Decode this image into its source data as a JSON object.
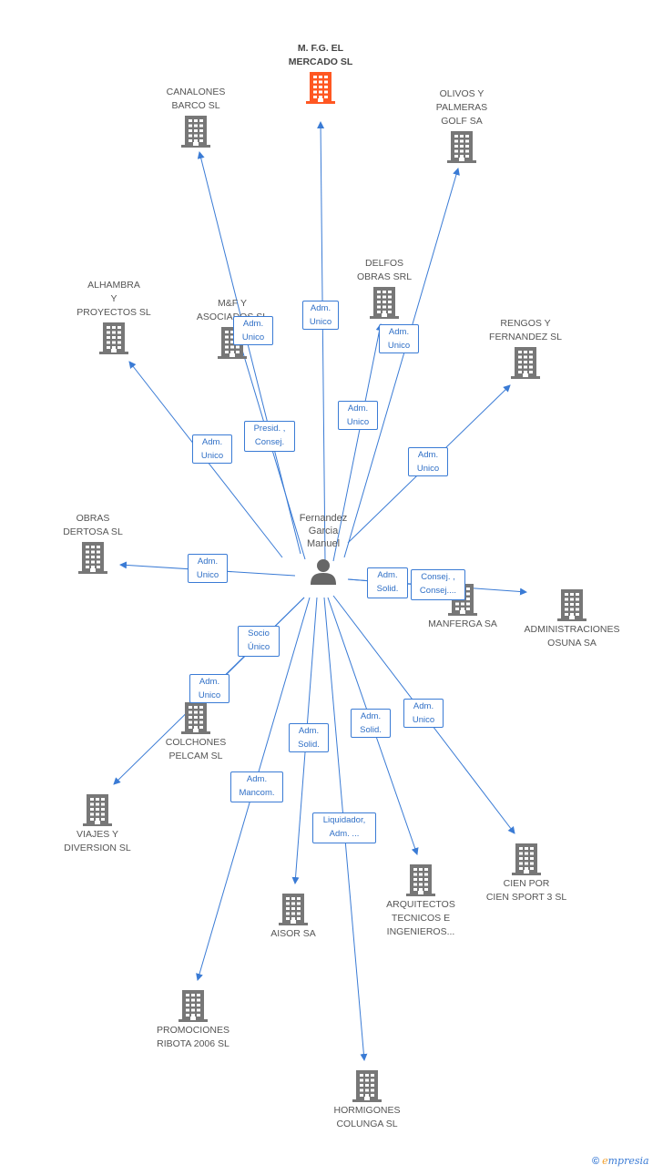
{
  "person": {
    "name": "Fernandez\nGarcia\nManuel"
  },
  "colors": {
    "link": "#3a7bd5",
    "building": "#777777",
    "focus_building": "#ff5722",
    "label": "#555555",
    "person": "#666666"
  },
  "icons": {
    "company": "building-icon",
    "person": "person-icon"
  },
  "companies": [
    {
      "id": "mfg",
      "name": "M. F.G. EL\nMERCADO SL",
      "focus": true
    },
    {
      "id": "canalones",
      "name": "CANALONES\nBARCO SL"
    },
    {
      "id": "olivos",
      "name": "OLIVOS Y\nPALMERAS\nGOLF SA"
    },
    {
      "id": "alhambra",
      "name": "ALHAMBRA\nY\nPROYECTOS SL"
    },
    {
      "id": "myf",
      "name": "M&F Y\nASOCIADOS SL"
    },
    {
      "id": "delfos",
      "name": "DELFOS\nOBRAS SRL"
    },
    {
      "id": "rengos",
      "name": "RENGOS Y\nFERNANDEZ SL"
    },
    {
      "id": "obras",
      "name": "OBRAS\nDERTOSA SL"
    },
    {
      "id": "manferga",
      "name": "MANFERGA SA"
    },
    {
      "id": "admin",
      "name": "ADMINISTRACIONES\nOSUNA SA"
    },
    {
      "id": "colchones",
      "name": "COLCHONES\nPELCAM SL"
    },
    {
      "id": "viajes",
      "name": "VIAJES Y\nDIVERSION SL"
    },
    {
      "id": "cien",
      "name": "CIEN POR\nCIEN SPORT 3 SL"
    },
    {
      "id": "arquitectos",
      "name": "ARQUITECTOS\nTECNICOS E\nINGENIEROS..."
    },
    {
      "id": "aisor",
      "name": "AISOR SA"
    },
    {
      "id": "promociones",
      "name": "PROMOCIONES\nRIBOTA 2006 SL"
    },
    {
      "id": "hormigones",
      "name": "HORMIGONES\nCOLUNGA  SL"
    }
  ],
  "relations": [
    {
      "to": "mfg",
      "label": "Adm.\nUnico"
    },
    {
      "to": "canalones",
      "label": "Adm.\nUnico"
    },
    {
      "to": "olivos",
      "label": "Adm.\nUnico"
    },
    {
      "to": "alhambra",
      "label": "Adm.\nUnico"
    },
    {
      "to": "myf",
      "label": "Presid. ,\nConsej."
    },
    {
      "to": "delfos",
      "label": "Adm.\nUnico"
    },
    {
      "to": "rengos",
      "label": "Adm.\nUnico"
    },
    {
      "to": "obras",
      "label": "Adm.\nUnico"
    },
    {
      "to": "manferga",
      "label": "Adm.\nSolid."
    },
    {
      "to": "admin",
      "label": "Consej. ,\nConsej...."
    },
    {
      "to": "colchones",
      "label": "Socio\nÚnico"
    },
    {
      "to": "viajes",
      "label": "Adm.\nUnico"
    },
    {
      "to": "cien",
      "label": "Adm.\nUnico"
    },
    {
      "to": "arquitectos",
      "label": "Adm.\nSolid."
    },
    {
      "to": "aisor",
      "label": "Adm.\nSolid."
    },
    {
      "to": "promociones",
      "label": "Adm.\nMancom."
    },
    {
      "to": "hormigones",
      "label": "Liquidador,\nAdm. ..."
    }
  ],
  "brand": {
    "copyright": "©",
    "initial": "e",
    "name": "mpresia"
  }
}
